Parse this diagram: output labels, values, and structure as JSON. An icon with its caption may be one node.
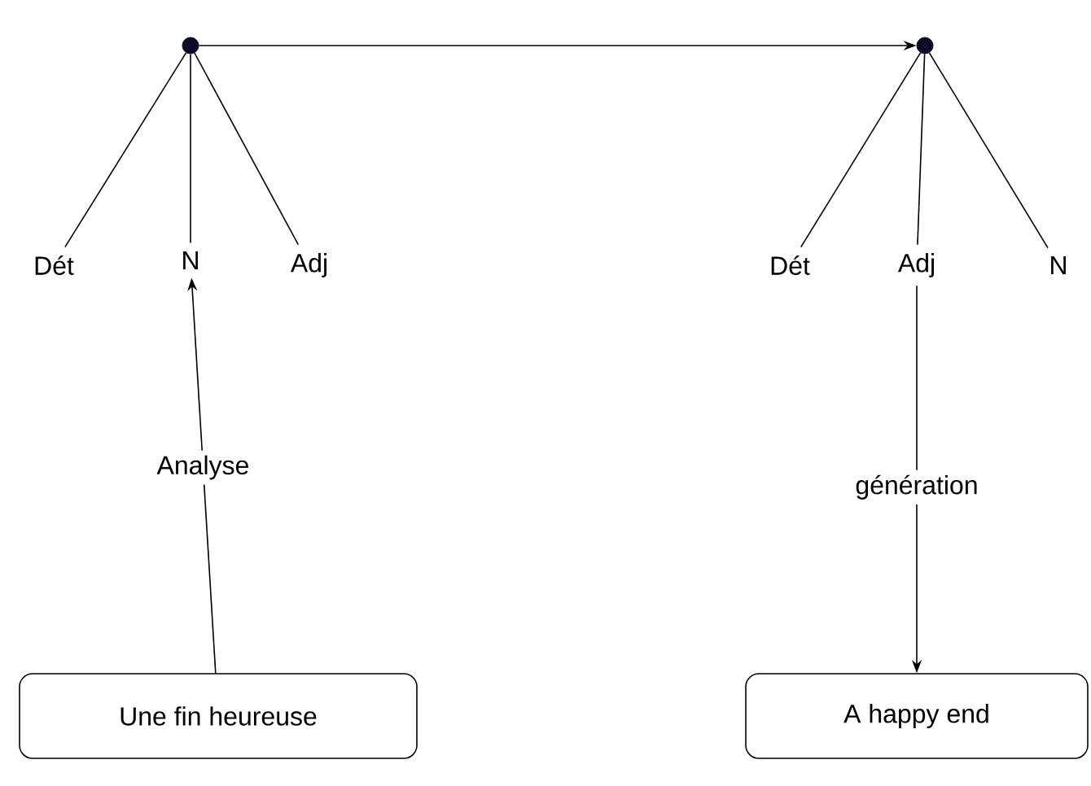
{
  "diagram": {
    "nodes": [
      {
        "text": [],
        "shape": "circle"
      },
      {
        "text": [],
        "shape": "circle"
      },
      {
        "text": [
          "Dét"
        ]
      },
      {
        "text": [
          "N"
        ]
      },
      {
        "text": [
          "Adj"
        ]
      },
      {
        "text": [
          "Dét"
        ]
      },
      {
        "text": [
          "Adj"
        ]
      },
      {
        "text": [
          "N"
        ]
      },
      {
        "text": [
          "Une fin heureuse"
        ]
      },
      {
        "text": [
          "A happy end"
        ]
      }
    ],
    "edges": [
      {
        "from": 0,
        "to": 1,
        "arrow": "to"
      },
      {
        "from": 0,
        "to": 2,
        "arrow": "none"
      },
      {
        "from": 0,
        "to": 3,
        "arrow": "none"
      },
      {
        "from": 0,
        "to": 4,
        "arrow": "none"
      },
      {
        "from": 1,
        "to": 5,
        "arrow": "none"
      },
      {
        "from": 1,
        "to": 6,
        "arrow": "none"
      },
      {
        "from": 1,
        "to": 7,
        "arrow": "none"
      },
      {
        "from": 8,
        "to": 3,
        "arrow": "to",
        "label": "Analyse"
      },
      {
        "from": 6,
        "to": 9,
        "arrow": "to",
        "label": "génération"
      }
    ]
  }
}
